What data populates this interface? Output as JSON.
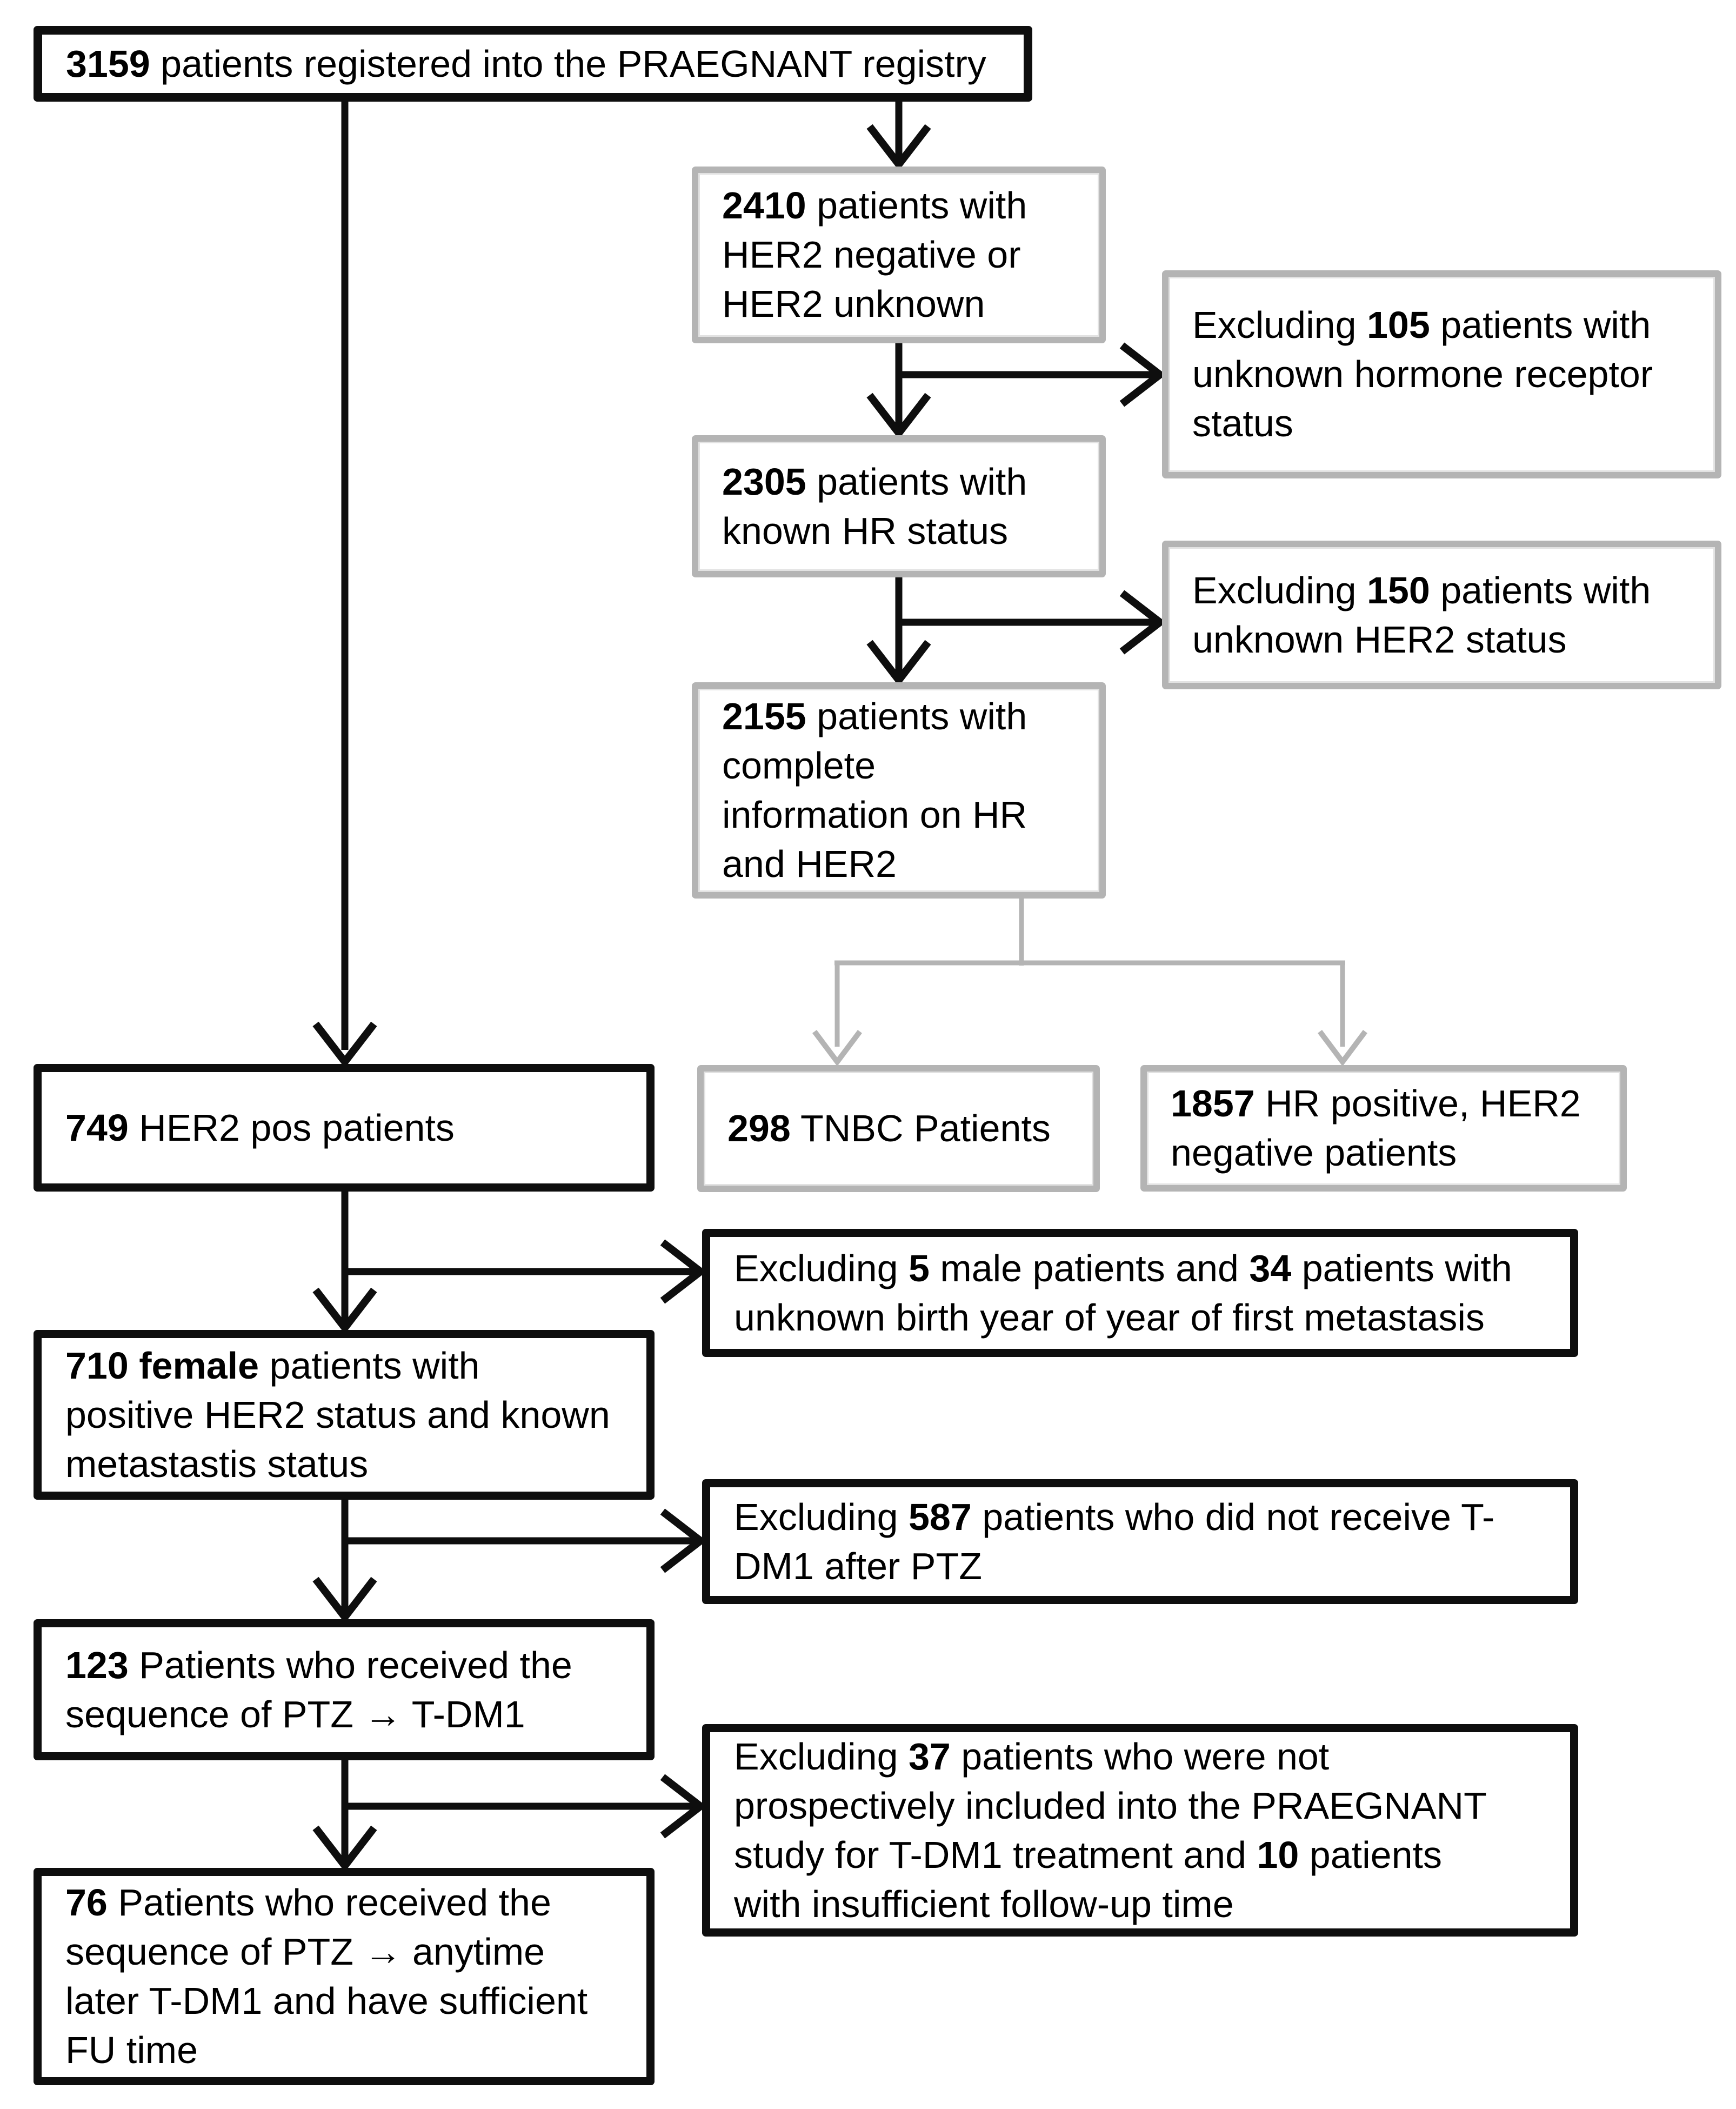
{
  "figure": {
    "type": "patient-flow-diagram",
    "colors": {
      "background": "#ffffff",
      "black_box_border": "#0e0e0e",
      "gray_box_border": "#b4b4b4",
      "text": "#000000"
    }
  },
  "boxes": {
    "registry": {
      "num": "3159",
      "rest": " patients registered into the PRAEGNANT registry"
    },
    "her2_neg_unknown": {
      "num": "2410",
      "rest": " patients with\nHER2 negative or\nHER2 unknown"
    },
    "excl_hr_unknown": {
      "pre": "Excluding ",
      "num": "105",
      "rest": " patients with\nunknown hormone receptor\nstatus"
    },
    "known_hr": {
      "num": "2305",
      "rest": " patients with\nknown HR status"
    },
    "excl_her2_unknown": {
      "pre": "Excluding ",
      "num": "150",
      "rest": " patients with\nunknown HER2 status"
    },
    "complete_info": {
      "num": "2155",
      "rest": " patients with\ncomplete\ninformation on HR\nand HER2"
    },
    "tnbc": {
      "num": "298",
      "rest": " TNBC Patients"
    },
    "hr_pos_her2_neg": {
      "num": "1857",
      "rest": " HR positive, HER2\nnegative patients"
    },
    "her2_pos": {
      "num": "749",
      "rest": " HER2 pos patients"
    },
    "excl_male_unknown_birth": {
      "pre": "Excluding ",
      "num1": "5",
      "mid": " male patients and ",
      "num2": "34",
      "rest": " patients with\nunknown birth year of year of first metastasis"
    },
    "female_her2_pos": {
      "num": "710 female",
      "rest": " patients with\npositive HER2 status and known\nmetastastis status"
    },
    "excl_no_tdm1": {
      "pre": "Excluding ",
      "num": "587",
      "rest": " patients who did not receive T-\nDM1 after PTZ"
    },
    "ptz_tdm1": {
      "num": "123",
      "rest1": " Patients who received the\nsequence of PTZ ",
      "arrow": "→",
      "rest2": " T-DM1"
    },
    "excl_not_prospective": {
      "pre": "Excluding ",
      "num1": "37",
      "mid": " patients who were not\nprospectively included into the PRAEGNANT\nstudy for T-DM1 treatment and ",
      "num2": "10",
      "rest": " patients\nwith insufficient follow-up time"
    },
    "ptz_anytime_tdm1": {
      "num": "76",
      "rest1": " Patients who received the\nsequence of PTZ ",
      "arrow": "→",
      "rest2": " anytime\nlater T-DM1 and have sufficient\nFU time"
    }
  }
}
